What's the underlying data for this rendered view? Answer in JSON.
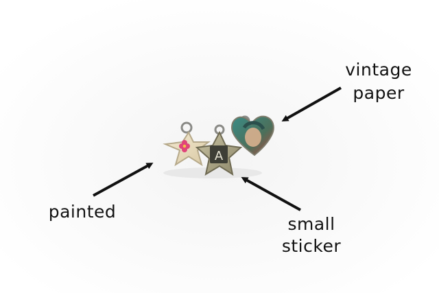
{
  "labels": {
    "vintage": "vintage",
    "paper": "paper",
    "painted": "painted",
    "small": "small",
    "sticker": "sticker"
  },
  "charms": {
    "painted_star": {
      "description": "cream star with painted pink flower",
      "color": "#e9ddc4"
    },
    "letter_star": {
      "letter": "A",
      "color": "#aea989"
    },
    "heart": {
      "description": "heart with vintage paper portrait",
      "color": "#3f7a76"
    }
  },
  "colors": {
    "background": "#fdfdfd",
    "arrow": "#111111",
    "text": "#111111",
    "flower": "#e0447a"
  }
}
